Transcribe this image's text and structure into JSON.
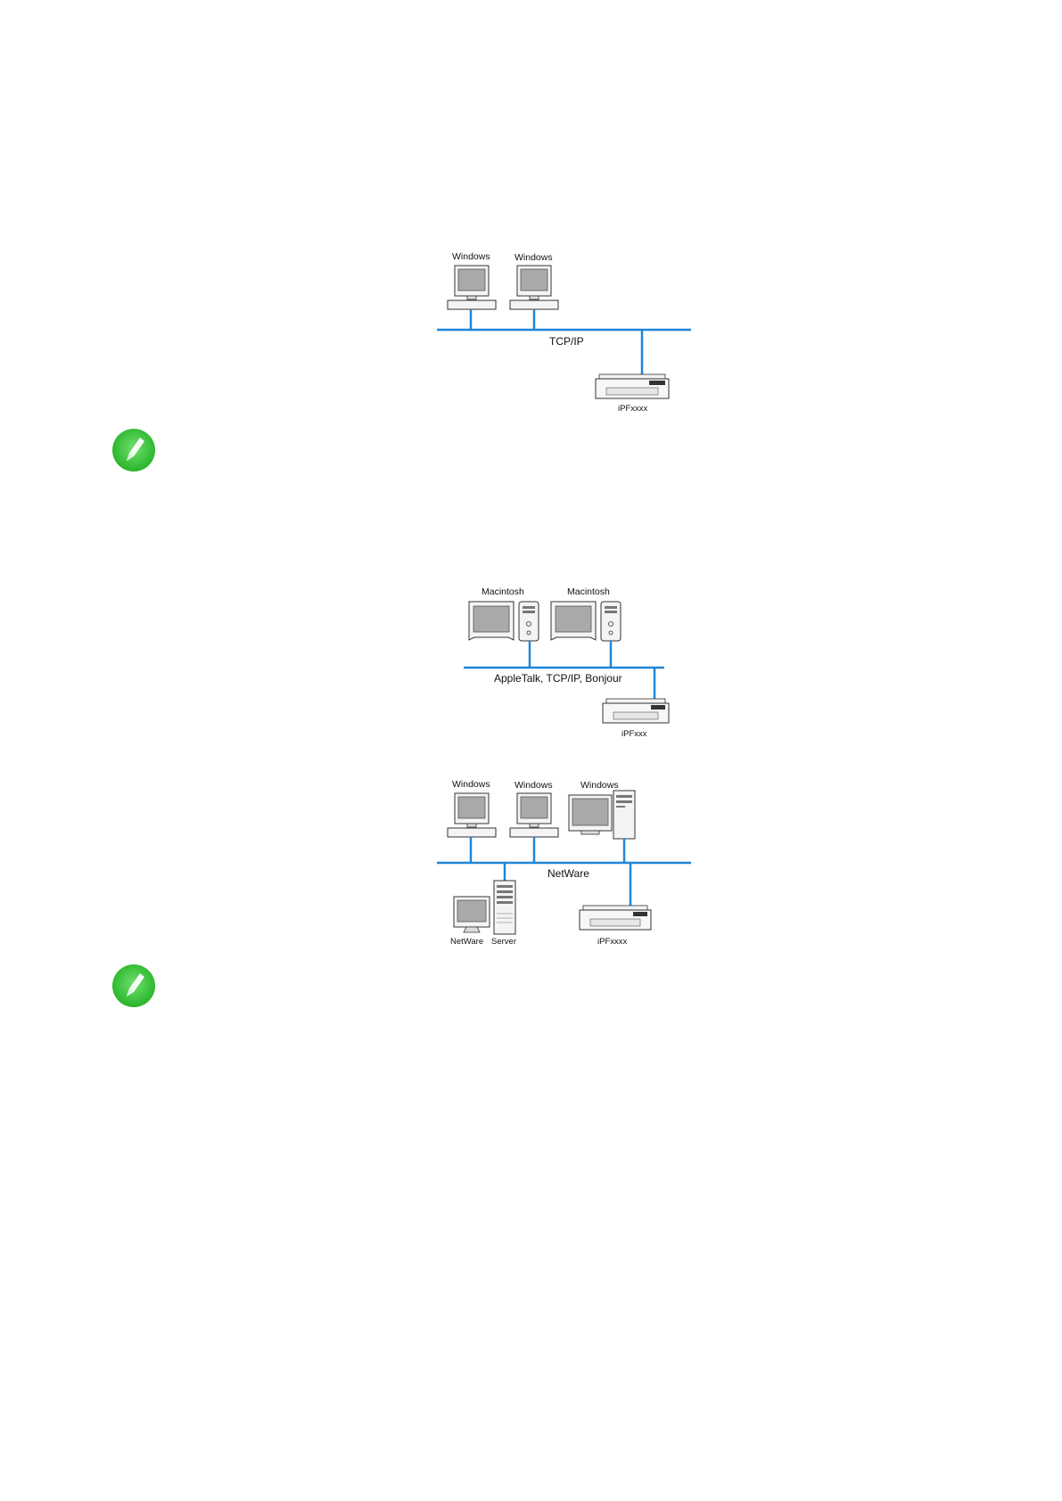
{
  "colors": {
    "network_line": "#1f86d8",
    "note_icon": "#3fc63f",
    "note_icon_dark": "#2aa52a",
    "screen": "#a9a9a9",
    "device_stroke": "#333333"
  },
  "diagram_windows_tcpip": {
    "pc1_label": "Windows",
    "pc2_label": "Windows",
    "network_label": "TCP/IP",
    "printer_label": "iPFxxxx"
  },
  "diagram_mac": {
    "mac1_label": "Macintosh",
    "mac2_label": "Macintosh",
    "network_label": "AppleTalk, TCP/IP, Bonjour",
    "printer_label": "iPFxxx"
  },
  "diagram_netware": {
    "pc1_label": "Windows",
    "pc2_label": "Windows",
    "pc3_label": "Windows",
    "network_label": "NetWare",
    "netware_label": "NetWare",
    "server_label": "Server",
    "printer_label": "iPFxxxx"
  },
  "icons": {
    "note": "pencil-note-icon"
  }
}
